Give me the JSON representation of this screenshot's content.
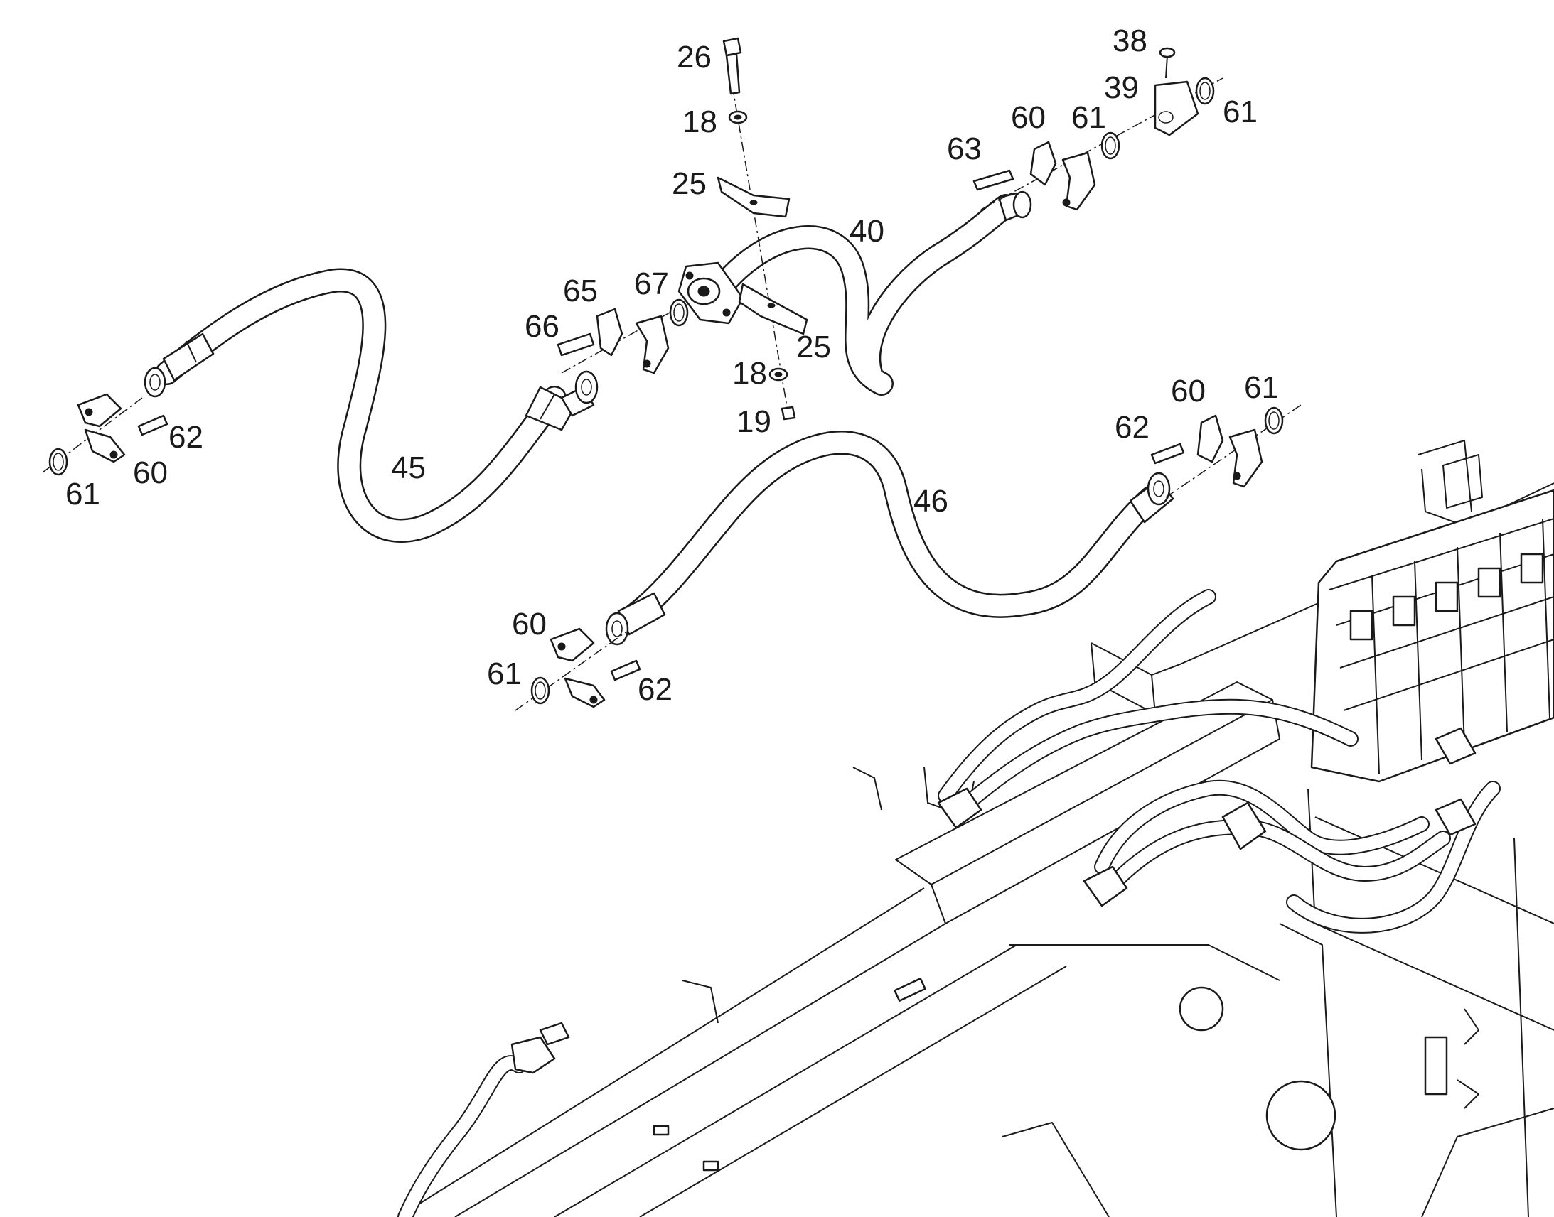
{
  "callouts": {
    "c26": "26",
    "c18a": "18",
    "c25a": "25",
    "c38": "38",
    "c39": "39",
    "c61a": "61",
    "c63": "63",
    "c60a": "60",
    "c61b": "61",
    "c40": "40",
    "c65": "65",
    "c67": "67",
    "c66": "66",
    "c25b": "25",
    "c18b": "18",
    "c19": "19",
    "c62a": "62",
    "c60b": "60",
    "c61c": "61",
    "c45": "45",
    "c60c": "60",
    "c61d": "61",
    "c62b": "62",
    "c46": "46",
    "c60d": "60",
    "c61e": "61",
    "c62c": "62"
  },
  "colors": {
    "line": "#1a1a1a",
    "background": "#ffffff"
  }
}
